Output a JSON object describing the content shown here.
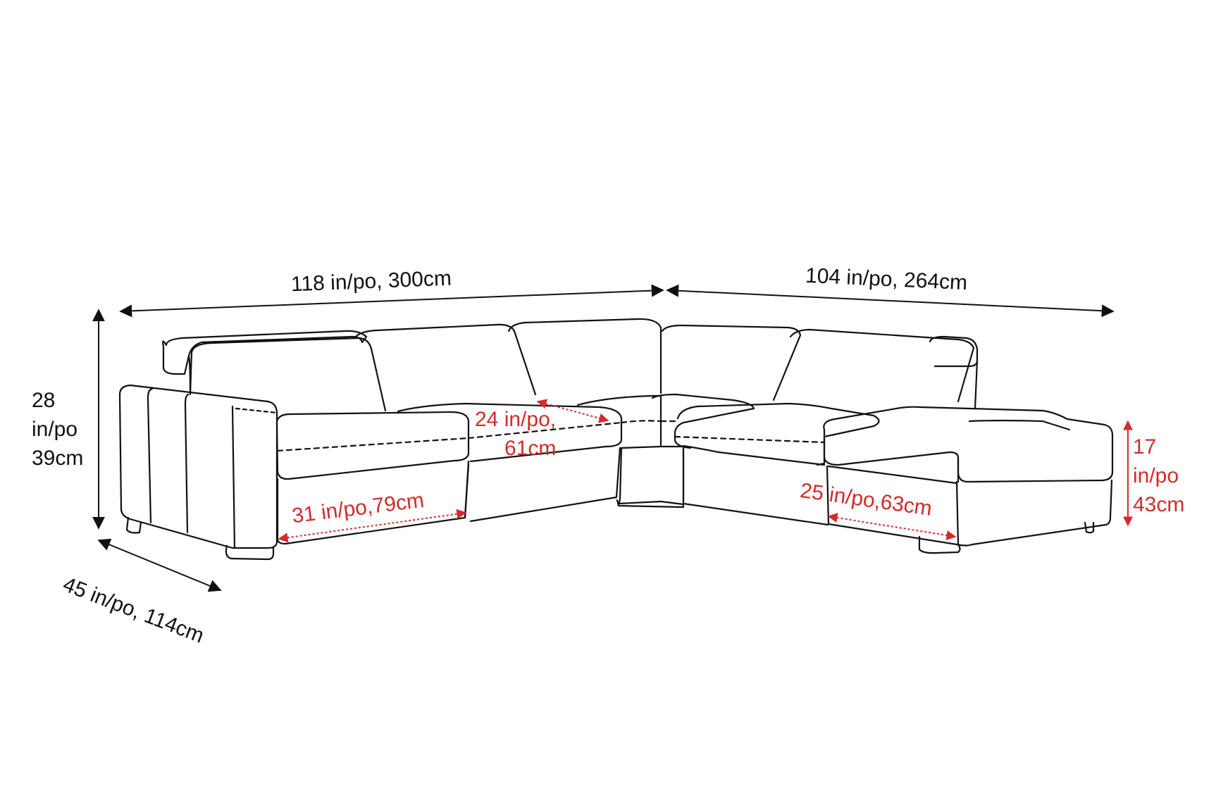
{
  "colors": {
    "line": "#111111",
    "dimension_black": "#111111",
    "dimension_red": "#d32b2b",
    "background": "#ffffff"
  },
  "dimensions": {
    "left_width": "118 in/po, 300cm",
    "right_width": "104 in/po, 264cm",
    "height": {
      "line1": "28",
      "line2": "in/po",
      "line3": "39cm"
    },
    "depth": "45 in/po, 114cm",
    "seat_width": "31 in/po,79cm",
    "seat_depth": {
      "line1": "24 in/po,",
      "line2": "61cm"
    },
    "chaise_width": "25 in/po,63cm",
    "seat_height": {
      "line1": "17",
      "line2": "in/po",
      "line3": "43cm"
    }
  }
}
